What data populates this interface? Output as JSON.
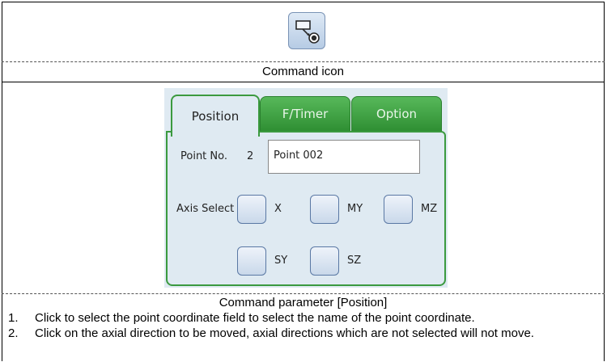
{
  "section_icon": {
    "caption": "Command icon",
    "icon": "move-point-command-icon"
  },
  "panel": {
    "tabs": [
      {
        "label": "Position",
        "active": true
      },
      {
        "label": "F/Timer",
        "active": false
      },
      {
        "label": "Option",
        "active": false
      }
    ],
    "point_no_label": "Point No.",
    "point_no_value": "2",
    "point_name_value": "Point 002",
    "axis_select_label": "Axis Select",
    "axes": [
      {
        "label": "X",
        "checked": false
      },
      {
        "label": "MY",
        "checked": false
      },
      {
        "label": "MZ",
        "checked": false
      },
      {
        "label": "SY",
        "checked": false
      },
      {
        "label": "SZ",
        "checked": false
      }
    ],
    "colors": {
      "tab_green": "#3b9a3f",
      "panel_bg": "#dfeaf2",
      "checkbox_border": "#5a78a4"
    }
  },
  "section_param": {
    "caption": "Command parameter [Position]",
    "notes": [
      {
        "num": "1.",
        "text": "Click to select the point coordinate field to select the name of the point coordinate."
      },
      {
        "num": "2.",
        "text": "Click on the axial direction to be moved, axial directions which are not selected will not move."
      }
    ]
  }
}
